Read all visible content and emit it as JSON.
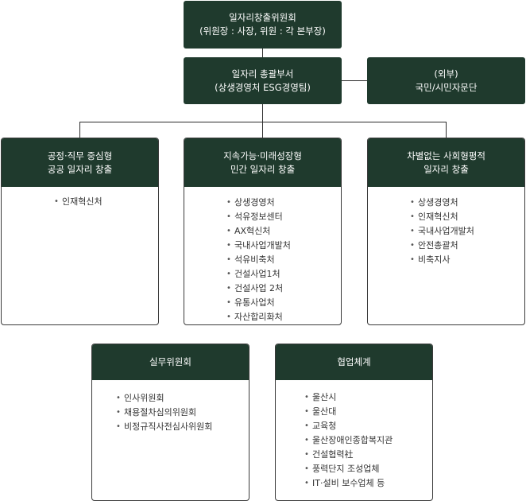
{
  "top": {
    "line1": "일자리창출위원회",
    "line2": "(위원장 : 사장, 위원 : 각 본부장)"
  },
  "mid": {
    "line1": "일자리 총괄부서",
    "line2": "(상생경영처 ESG경영팀)"
  },
  "external": {
    "line1": "(외부)",
    "line2": "국민/시민자문단"
  },
  "columns": [
    {
      "title1": "공정·직무 중심형",
      "title2": "공공 일자리 창출",
      "items": [
        "인재혁신처"
      ]
    },
    {
      "title1": "지속가능·미래성장형",
      "title2": "민간 일자리 창출",
      "items": [
        "상생경영처",
        "석유정보센터",
        "AX혁신처",
        "국내사업개발처",
        "석유비축처",
        "건설사업1처",
        "건설사업 2처",
        "유통사업처",
        "자산합리화처"
      ]
    },
    {
      "title1": "차별없는 사회형평적",
      "title2": "일자리 창출",
      "items": [
        "상생경영처",
        "인재혁신처",
        "국내사업개발처",
        "안전총괄처",
        "비축지사"
      ]
    }
  ],
  "bottom": [
    {
      "title": "실무위원회",
      "items": [
        "인사위원회",
        "채용절차심의위원회",
        "비정규직사전심사위원회"
      ]
    },
    {
      "title": "협업체계",
      "items": [
        "울산시",
        "울산대",
        "교육청",
        "울산장애인종합복지관",
        "건설협력社",
        "풍력단지 조성업체",
        "IT·설비 보수업체 등"
      ]
    }
  ]
}
